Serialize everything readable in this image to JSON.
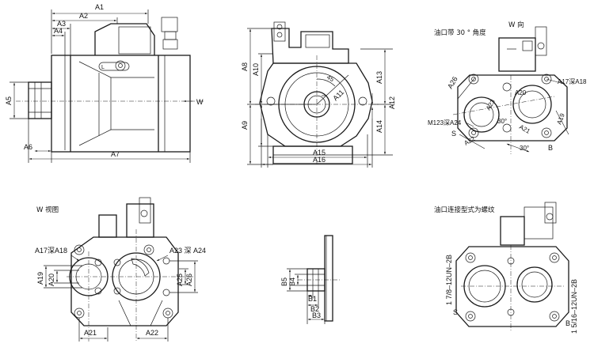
{
  "dims": {
    "A1": "A1",
    "A2": "A2",
    "A3": "A3",
    "A4": "A4",
    "A5": "A5",
    "A6": "A6",
    "A7": "A7",
    "A8": "A8",
    "A9": "A9",
    "A10": "A10",
    "A11": "A11",
    "A12": "A12",
    "A13": "A13",
    "A14": "A14",
    "A15": "A15",
    "A16": "A16",
    "A19": "A19",
    "A20": "A20",
    "A21": "A21",
    "A22": "A22",
    "A25": "A25",
    "A26": "A26",
    "B1": "B1",
    "B2": "B2",
    "B3": "B3",
    "B4": "B4",
    "B5": "B5"
  },
  "side_view": {
    "L": "L",
    "W": "W"
  },
  "front_view": {
    "angle": "45"
  },
  "w_view_top": {
    "caption": "油口带 30 ° 角度",
    "title": "W 向",
    "A17A18": "A17深A18",
    "A20": "A20",
    "A26": "A26",
    "A19": "A19",
    "A21": "A21",
    "A22": "A22",
    "A23": "A23",
    "M": "M123深A24",
    "ang1": "30°",
    "ang2": "30°",
    "S": "S",
    "B": "B"
  },
  "w_view_bottom": {
    "title": "W 视图",
    "A17A18": "A17深A18",
    "A23A24": "A23 深 A24"
  },
  "thread_view": {
    "caption": "油口连接型式为螺纹",
    "thread_S": "1 7/8–12UN–2B",
    "thread_B": "1 5/16–12UN–2B",
    "S": "S",
    "B": "B"
  }
}
